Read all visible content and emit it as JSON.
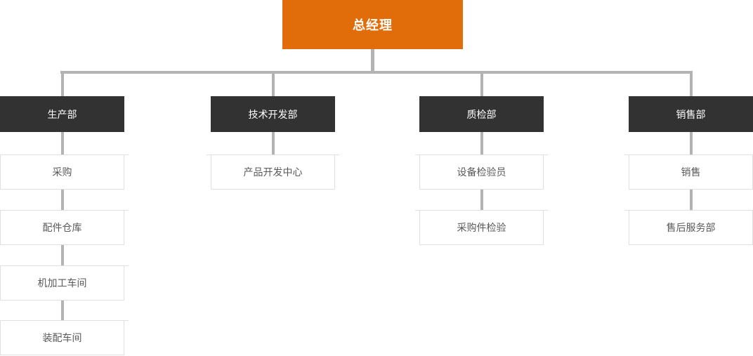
{
  "org_chart": {
    "root_label": "总经理",
    "departments": [
      {
        "label": "生产部",
        "children": [
          "采购",
          "配件仓库",
          "机加工车间",
          "装配车间"
        ]
      },
      {
        "label": "技术开发部",
        "children": [
          "产品开发中心"
        ]
      },
      {
        "label": "质检部",
        "children": [
          "设备检验员",
          "采购件检验"
        ]
      },
      {
        "label": "销售部",
        "children": [
          "销售",
          "售后服务部"
        ]
      }
    ],
    "colors": {
      "root_bg": "#e06d0a",
      "dept_bg": "#323232",
      "node_text": "#595959",
      "connector": "#b3b3b3",
      "border": "#e0e0e0"
    }
  }
}
